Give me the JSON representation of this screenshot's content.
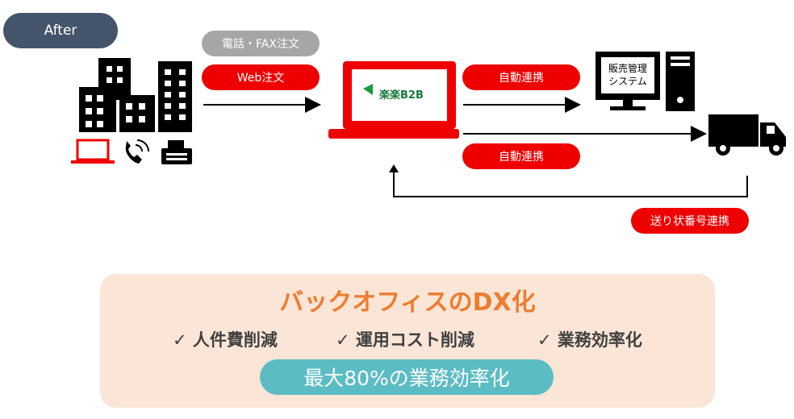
{
  "badge": {
    "label": "After"
  },
  "labels": {
    "phone_fax": "電話・FAX注文",
    "web_order": "Web注文",
    "auto_link_top": "自動連携",
    "auto_link_bottom": "自動連携",
    "tracking_link": "送り状番号連携"
  },
  "system": {
    "screen_text_line1": "販売管理",
    "screen_text_line2": "システム"
  },
  "logo": {
    "text": "楽楽B2B"
  },
  "summary": {
    "title": "バックオフィスのDX化",
    "benefits": [
      "✓ 人件費削減",
      "✓ 運用コスト削減",
      "✓ 業務効率化"
    ],
    "highlight": "最大80%の業務効率化"
  },
  "colors": {
    "accent_red": "#ee0000",
    "badge_navy": "#44546a",
    "gray_pill": "#a6a6a6",
    "orange_title": "#ed7d31",
    "peach_box": "#fbe5d6",
    "teal_highlight": "#5bbcc4"
  },
  "icons": [
    "office-buildings-icon",
    "laptop-icon",
    "phone-icon",
    "fax-icon",
    "laptop-screen-icon",
    "computer-monitor-icon",
    "pc-tower-icon",
    "delivery-truck-icon"
  ]
}
